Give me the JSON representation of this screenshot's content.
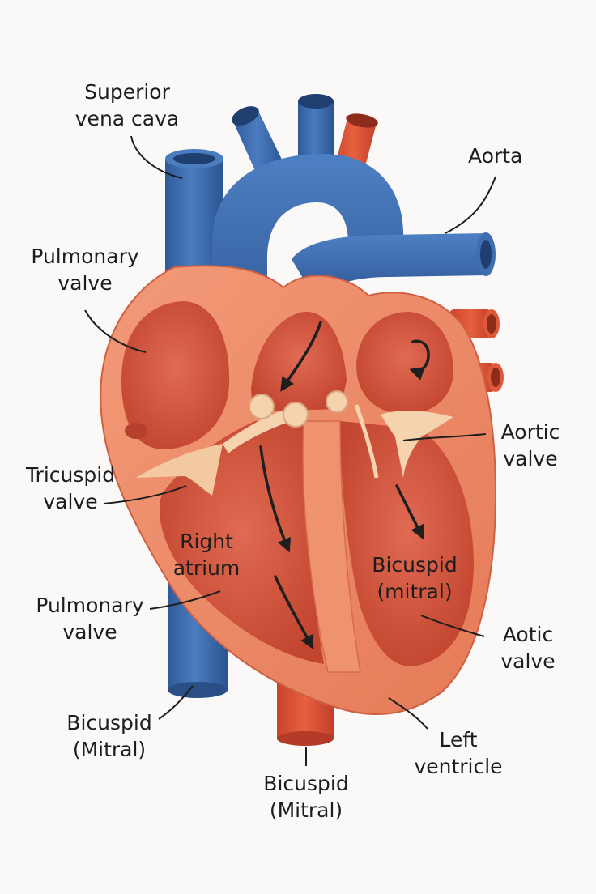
{
  "labels": {
    "superior_vena_cava": [
      "Superior",
      "vena cava"
    ],
    "aorta": [
      "Aorta"
    ],
    "pulmonary_valve_top": [
      "Pulmonary",
      "valve"
    ],
    "aortic_valve": [
      "Aortic",
      "valve"
    ],
    "tricuspid_valve": [
      "Tricuspid",
      "valve"
    ],
    "right_atrium": [
      "Right",
      "atrium"
    ],
    "bicuspid_mitral_inner": [
      "Bicuspid",
      "(mitral)"
    ],
    "pulmonary_valve_bottom": [
      "Pulmonary",
      "valve"
    ],
    "aotic_valve": [
      "Aotic",
      "valve"
    ],
    "bicuspid_mitral_left": [
      "Bicuspid",
      "(Mitral)"
    ],
    "left_ventricle": [
      "Left",
      "ventricle"
    ],
    "bicuspid_mitral_bottom": [
      "Bicuspid",
      "(Mitral)"
    ]
  },
  "colors": {
    "background": "#fbf9f7",
    "deoxygenated_vessel": "#3f6fb0",
    "oxygenated_vessel": "#de5437",
    "muscle": "#ee8a68",
    "chamber_interior": "#d4533e",
    "valve_tissue": "#f4d3ae",
    "arrow": "#1f1f1f",
    "leader_line": "#1d1d1d"
  },
  "icons": [
    "flow-arrow-icon"
  ]
}
